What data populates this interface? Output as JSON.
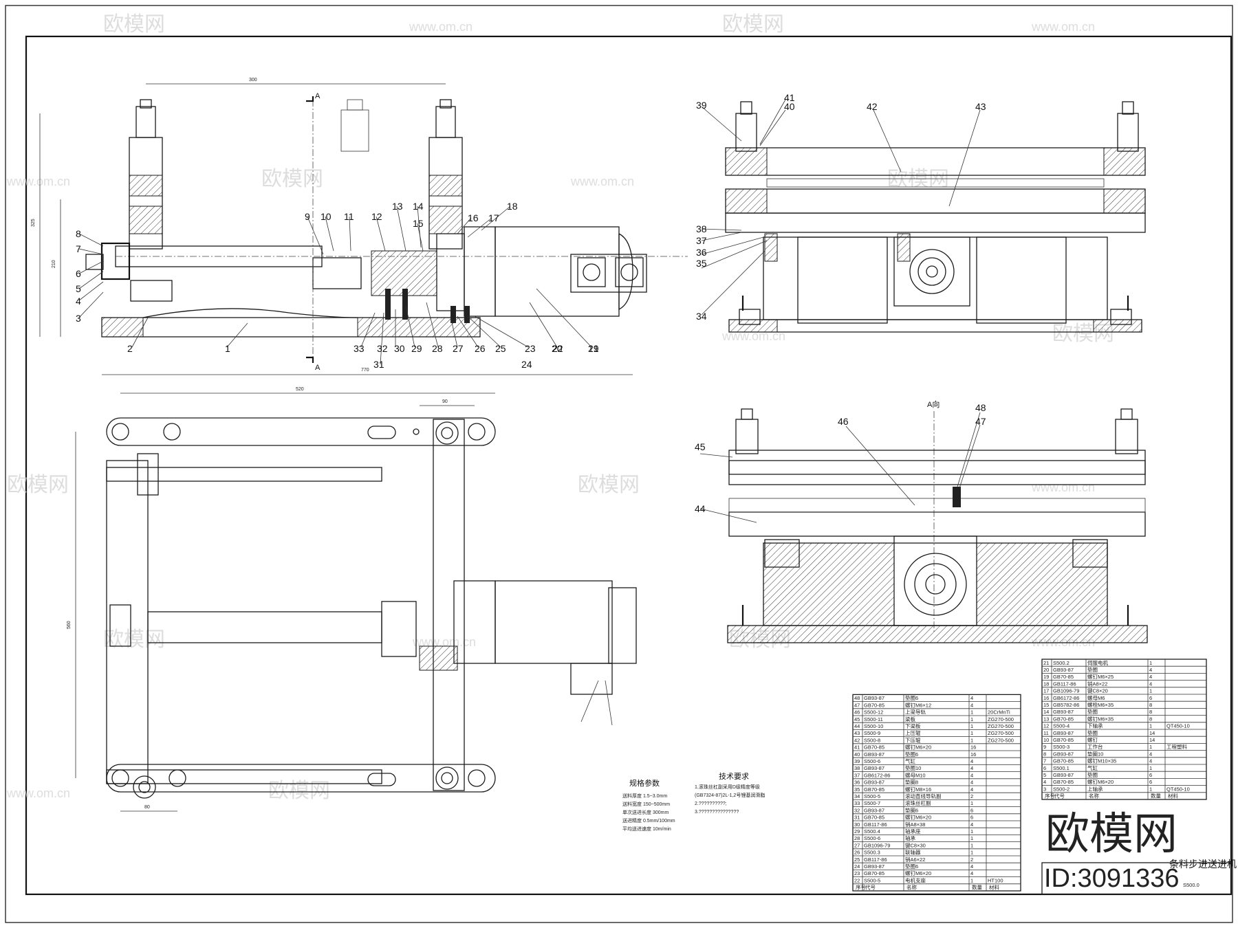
{
  "section_label": "A",
  "section_view_label": "A向",
  "dimensions": {
    "top_width": "300",
    "frame_width": "520",
    "frame_height": "560",
    "left_height": "325",
    "left_inner": "210",
    "bottom_base": "770",
    "small_90": "90",
    "small_80": "80"
  },
  "callouts_front": [
    "1",
    "2",
    "3",
    "4",
    "5",
    "6",
    "7",
    "8",
    "9",
    "10",
    "11",
    "12",
    "13",
    "14",
    "15",
    "16",
    "17",
    "18",
    "19",
    "20",
    "21",
    "22",
    "23",
    "24",
    "25",
    "26",
    "27",
    "28",
    "29",
    "30",
    "31",
    "32",
    "33"
  ],
  "callouts_side": [
    "34",
    "35",
    "36",
    "37",
    "38",
    "39",
    "40",
    "41",
    "42",
    "43"
  ],
  "callouts_section": [
    "44",
    "45",
    "46",
    "47",
    "48"
  ],
  "watermark": {
    "brand": "欧模网",
    "url": "www.om.cn"
  },
  "spec": {
    "title": "规格参数",
    "rows": [
      "送料厚度  1.5~3.0mm",
      "送料宽度  150~500mm",
      "单次送进长度  300mm",
      "送进精度  0.5mm/100mm",
      "平均送进速度  10m/min"
    ]
  },
  "tech": {
    "title": "技术要求",
    "rows": [
      "1.滚珠丝杠副采用D级精度等级",
      "(GB7324-87)2L-1,2号锂基润滑脂",
      "2.??????????;",
      "3.???????????????"
    ]
  },
  "bom_left": [
    [
      "48",
      "GB93-87",
      "垫圈6",
      "4",
      ""
    ],
    [
      "47",
      "GB70-85",
      "螺钉M6×12",
      "4",
      ""
    ],
    [
      "46",
      "S500-12",
      "上梁导轨",
      "1",
      "20CrMnTi"
    ],
    [
      "45",
      "S500-11",
      "梁板",
      "1",
      "ZG270-500"
    ],
    [
      "44",
      "S500-10",
      "下梁板",
      "1",
      "ZG270-500"
    ],
    [
      "43",
      "S500-9",
      "上压辊",
      "1",
      "ZG270-500"
    ],
    [
      "42",
      "S500-8",
      "下压辊",
      "1",
      "ZG270-500"
    ],
    [
      "41",
      "GB70-85",
      "螺钉M6×20",
      "16",
      ""
    ],
    [
      "40",
      "GB93-87",
      "垫圈6",
      "16",
      ""
    ],
    [
      "39",
      "S500-6",
      "气缸",
      "4",
      ""
    ],
    [
      "38",
      "GB93-87",
      "垫圈10",
      "4",
      ""
    ],
    [
      "37",
      "GB6172-86",
      "螺母M10",
      "4",
      ""
    ],
    [
      "36",
      "GB93-87",
      "垫圈8",
      "4",
      ""
    ],
    [
      "35",
      "GB70-85",
      "螺钉M8×16",
      "4",
      ""
    ],
    [
      "34",
      "S500-5",
      "滚动直线导轨副",
      "2",
      ""
    ],
    [
      "33",
      "S500-7",
      "滚珠丝杠副",
      "1",
      ""
    ],
    [
      "32",
      "GB93-87",
      "垫圈6",
      "6",
      ""
    ],
    [
      "31",
      "GB70-85",
      "螺钉M6×20",
      "6",
      ""
    ],
    [
      "30",
      "GB117-86",
      "销A8×38",
      "4",
      ""
    ],
    [
      "29",
      "S500.4",
      "轴承座",
      "1",
      ""
    ],
    [
      "28",
      "S500-6",
      "轴承",
      "1",
      ""
    ],
    [
      "27",
      "GB1096-79",
      "键C8×30",
      "1",
      ""
    ],
    [
      "26",
      "S500.3",
      "联轴器",
      "1",
      ""
    ],
    [
      "25",
      "GB117-86",
      "销A6×22",
      "2",
      ""
    ],
    [
      "24",
      "GB93-87",
      "垫圈6",
      "4",
      ""
    ],
    [
      "23",
      "GB70-85",
      "螺钉M6×20",
      "4",
      ""
    ],
    [
      "22",
      "S500-5",
      "电机支座",
      "1",
      "HT100"
    ]
  ],
  "bom_right": [
    [
      "21",
      "S500.2",
      "伺服电机",
      "1",
      ""
    ],
    [
      "20",
      "GB93-87",
      "垫圈",
      "4",
      ""
    ],
    [
      "19",
      "GB70-85",
      "螺钉M6×25",
      "4",
      ""
    ],
    [
      "18",
      "GB117-86",
      "销A8×22",
      "4",
      ""
    ],
    [
      "17",
      "GB1096-79",
      "键C8×20",
      "1",
      ""
    ],
    [
      "16",
      "GB6172-86",
      "螺母M6",
      "6",
      ""
    ],
    [
      "15",
      "GB5782-86",
      "螺栓M6×35",
      "8",
      ""
    ],
    [
      "14",
      "GB93-87",
      "垫圈",
      "8",
      ""
    ],
    [
      "13",
      "GB70-85",
      "螺钉M6×35",
      "8",
      ""
    ],
    [
      "12",
      "S500-4",
      "下轴承",
      "1",
      "QT450-10"
    ],
    [
      "11",
      "GB93-87",
      "垫圈",
      "14",
      ""
    ],
    [
      "10",
      "GB70-85",
      "螺钉",
      "14",
      ""
    ],
    [
      "9",
      "S500-3",
      "工作台",
      "1",
      "工程塑料"
    ],
    [
      "8",
      "GB93-87",
      "垫圈10",
      "4",
      ""
    ],
    [
      "7",
      "GB70-85",
      "螺钉M10×35",
      "4",
      ""
    ],
    [
      "6",
      "S500.1",
      "气缸",
      "1",
      ""
    ],
    [
      "5",
      "GB93-87",
      "垫圈",
      "6",
      ""
    ],
    [
      "4",
      "GB70-85",
      "螺钉M6×20",
      "6",
      ""
    ],
    [
      "3",
      "S500-2",
      "上轴承",
      "1",
      "QT450-10"
    ]
  ],
  "bom_header": [
    "序号",
    "代号",
    "名称",
    "数量",
    "材料"
  ],
  "title_block": {
    "name": "条料步进送进机",
    "code": "S500.0",
    "brand_large": "欧模网",
    "id_text": "ID:3091336"
  }
}
